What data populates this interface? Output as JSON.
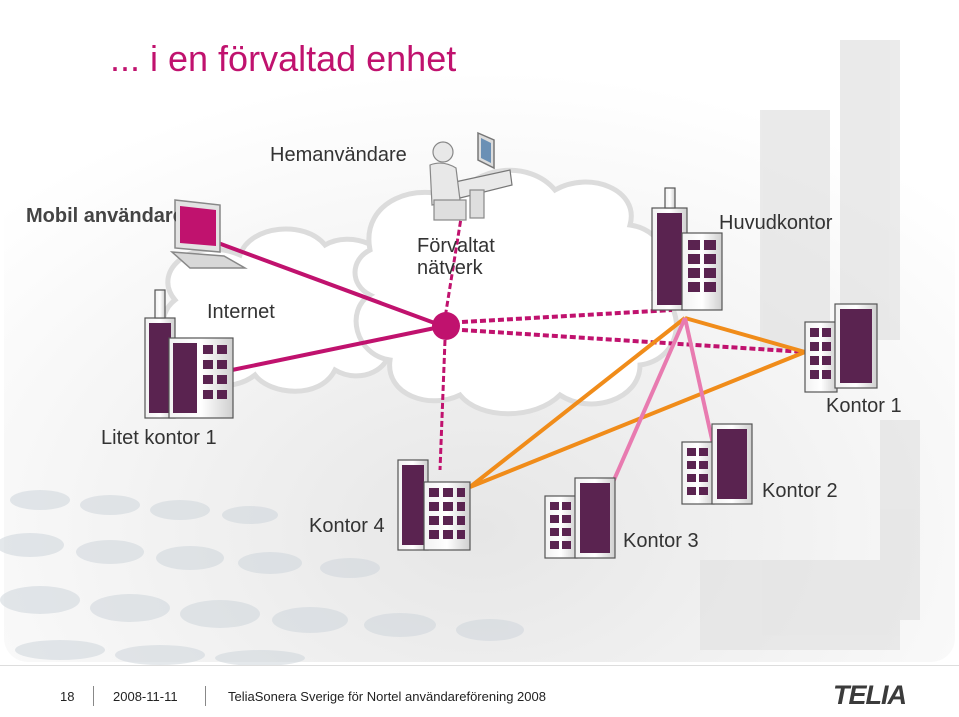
{
  "title": "... i en förvaltad enhet",
  "labels": {
    "home_user": "Hemanvändare",
    "mobile_user": "Mobil användare",
    "managed_network_line1": "Förvaltat",
    "managed_network_line2": "nätverk",
    "headquarters": "Huvudkontor",
    "internet": "Internet",
    "office1": "Kontor 1",
    "small_office1": "Litet kontor 1",
    "office2": "Kontor 2",
    "office3": "Kontor 3",
    "office4": "Kontor 4"
  },
  "footer": {
    "page_number": "18",
    "date": "2008-11-11",
    "organization": "TeliaSonera Sverige för Nortel användareförening 2008",
    "logo": "TELIA"
  },
  "colors": {
    "title": "#c0126e",
    "building": "#5a2350",
    "link_magenta": "#c0126e",
    "link_pink": "#e87bb0",
    "link_orange": "#f08c1a",
    "link_dotted": "#c0126e"
  }
}
